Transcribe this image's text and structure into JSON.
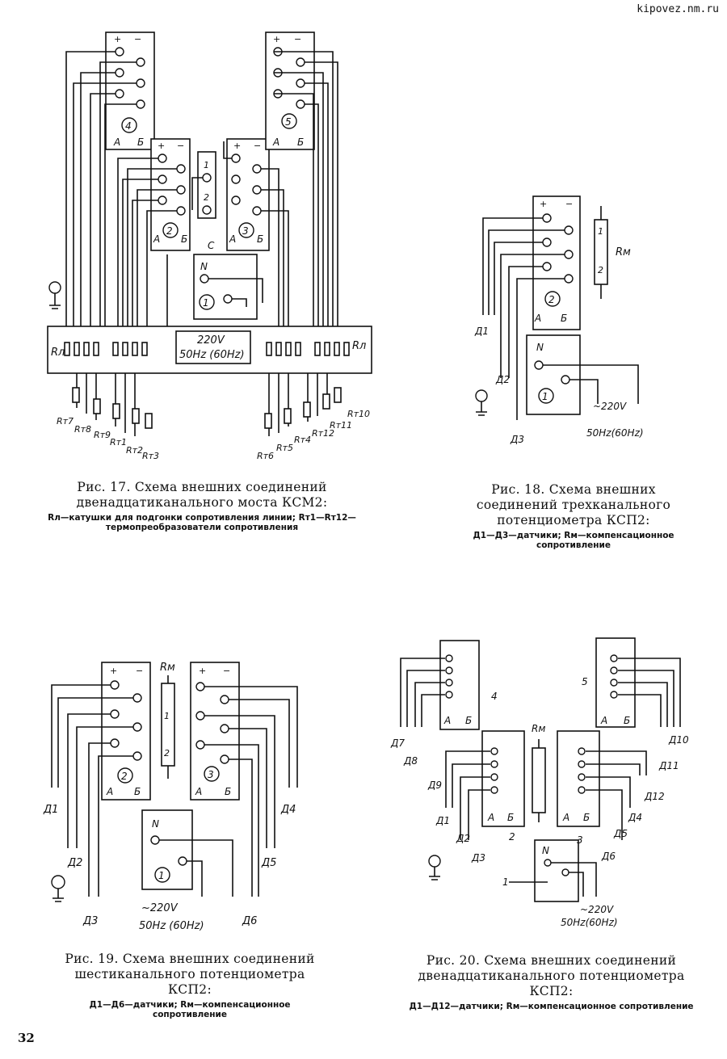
{
  "site": "kipovez.nm.ru",
  "page_number": "32",
  "figures": [
    {
      "title": "Рис. 17. Схема внешних соединений двенадцатиканального моста КСМ2:",
      "legend": "Rл—катушки для подгонки сопротивления линии; Rт1—Rт12—термопреобразователи сопротивления",
      "bar_voltage": "220V",
      "bar_freq": "50Hz (60Hz)",
      "rl_left": "Rл",
      "rl_right": "Rл",
      "block_c": "C",
      "rt_left": [
        "Rт7",
        "Rт8",
        "Rт9",
        "Rт1",
        "Rт2",
        "Rт3"
      ],
      "rt_right": [
        "Rт6",
        "Rт5",
        "Rт4",
        "Rт12",
        "Rт11",
        "Rт10"
      ]
    },
    {
      "title": "Рис. 18. Схема внешних соединений трехканального потенциометра КСП2:",
      "legend": "Д1—Д3—датчики; Rм—компенсационное сопротивление",
      "sensors": [
        "Д1",
        "Д2",
        "Д3"
      ],
      "rm": "Rм",
      "voltage": "~220V",
      "freq": "50Hz(60Hz)"
    },
    {
      "title": "Рис. 19. Схема внешних соединений шестиканального потенциометра КСП2:",
      "legend": "Д1—Д6—датчики; Rм—компенсационное сопротивление",
      "sensors": [
        "Д1",
        "Д2",
        "Д3",
        "Д4",
        "Д5",
        "Д6"
      ],
      "rm": "Rм",
      "voltage": "~220V",
      "freq": "50Hz (60Hz)"
    },
    {
      "title": "Рис. 20. Схема внешних соединений двенадцатиканального потенциометра КСП2:",
      "legend": "Д1—Д12—датчики; Rм—компенсационное сопротивление",
      "sensors": [
        "Д1",
        "Д2",
        "Д3",
        "Д4",
        "Д5",
        "Д6",
        "Д7",
        "Д8",
        "Д9",
        "Д10",
        "Д11",
        "Д12"
      ],
      "rm": "Rм",
      "voltage": "~220V",
      "freq": "50Hz(60Hz)",
      "callouts": [
        "1",
        "2",
        "3",
        "4",
        "5"
      ]
    }
  ],
  "labels": {
    "plus": "+",
    "minus": "−",
    "a": "А",
    "b": "Б",
    "n": "N",
    "m1": "1",
    "m2": "2",
    "m3": "3",
    "m4": "4",
    "m5": "5"
  }
}
